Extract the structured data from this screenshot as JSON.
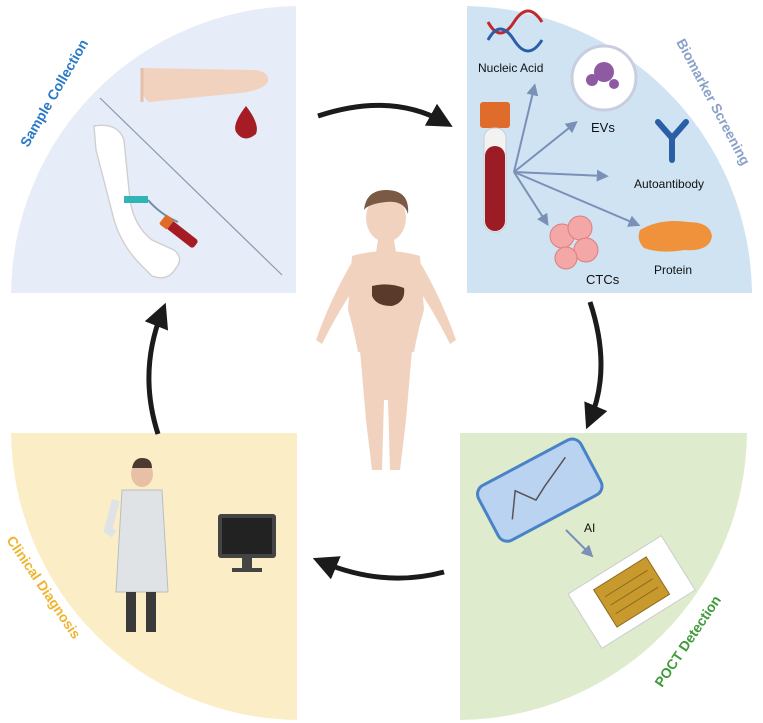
{
  "quadrants": {
    "sample_collection": {
      "title": "Sample Collection",
      "color": "#2a79c6",
      "bg": "#e7edf8"
    },
    "biomarker_screening": {
      "title": "Biomarker Screening",
      "color": "#8aa1c8",
      "bg": "#cfe3f3"
    },
    "poct_detection": {
      "title": "POCT Detection",
      "color": "#3f9b3a",
      "bg": "#deeccd"
    },
    "clinical_diagnosis": {
      "title": "Clinical Diagnosis",
      "color": "#f0b32e",
      "bg": "#fbeec6"
    }
  },
  "biomarkers": {
    "nucleic_acid": "Nucleic Acid",
    "evs": "EVs",
    "autoantibody": "Autoantibody",
    "protein": "Protein",
    "ctcs": "CTCs"
  },
  "poct": {
    "ai_label": "AI"
  },
  "colors": {
    "arrow": "#1b1b1b",
    "blood": "#a51c24",
    "skin": "#f1d2bf",
    "chip": "#c89a2e"
  }
}
